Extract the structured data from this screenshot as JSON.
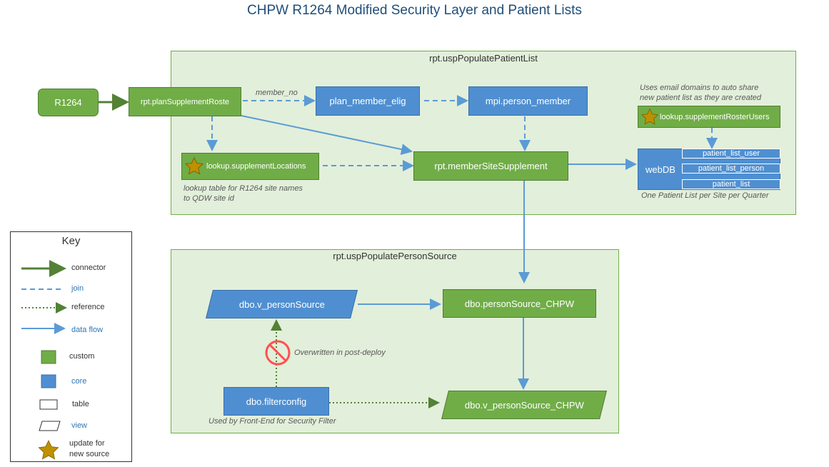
{
  "title": "CHPW R1264 Modified Security Layer and Patient Lists",
  "regions": {
    "patient_list": "rpt.uspPopulatePatientList",
    "person_source": "rpt.uspPopulatePersonSource"
  },
  "nodes": {
    "r1264": "R1264",
    "plan_supplement": "rpt.planSupplementRoste",
    "plan_member_elig": "plan_member_elig",
    "mpi_person_member": "mpi.person_member",
    "lookup_roster_users": "lookup.supplementRosterUsers",
    "lookup_locations": "lookup.supplementLocations",
    "member_site_supplement": "rpt.memberSiteSupplement",
    "webdb": "webDB",
    "patient_list_user": "patient_list_user",
    "patient_list_person": "patient_list_person",
    "patient_list": "patient_list",
    "v_person_source": "dbo.v_personSource",
    "person_source_chpw": "dbo.personSource_CHPW",
    "filterconfig": "dbo.filterconfig",
    "v_person_source_chpw": "dbo.v_personSource_CHPW"
  },
  "labels": {
    "member_no": "member_no",
    "auto_share_note_1": "Uses email domains to auto share",
    "auto_share_note_2": "new patient list as they are created",
    "lookup_note_1": "lookup table for R1264 site names",
    "lookup_note_2": "to QDW site id",
    "per_site_note": "One Patient List per Site per Quarter",
    "overwritten_note": "Overwritten in post-deploy",
    "front_end_note": "Used by Front-End for Security Filter"
  },
  "key": {
    "title": "Key",
    "connector": "connector",
    "join": "join",
    "reference": "reference",
    "data_flow": "data flow",
    "custom": "custom",
    "core": "core",
    "table": "table",
    "view": "view",
    "update_1": "update for",
    "update_2": "new source"
  },
  "colors": {
    "custom": "#70ad47",
    "core": "#4f8fd1",
    "region_fill": "#e2efda",
    "connector": "#538135",
    "flow": "#5b9bd5",
    "star": "#bf9000"
  }
}
